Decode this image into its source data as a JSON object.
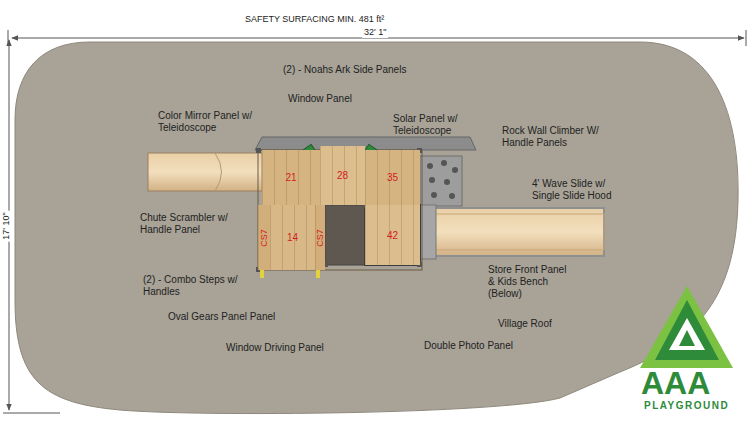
{
  "diagram": {
    "nodes": [
      {
        "text": [
          "21"
        ]
      },
      {
        "text": [
          "28"
        ]
      },
      {
        "text": [
          "35"
        ]
      },
      {
        "text": [
          "CS7"
        ]
      },
      {
        "text": [
          "14"
        ]
      },
      {
        "text": [
          "CS7"
        ]
      },
      {
        "text": [
          "42"
        ]
      }
    ],
    "labels": [
      "SAFETY SURFACING MIN. 481 ft²",
      "32' 1\"",
      "17' 10\"",
      "(2) - Noahs Ark Side Panels",
      "Window Panel",
      "Color Mirror Panel w/ Teleidoscope",
      "Solar Panel w/ Teleidoscope",
      "Rock Wall Climber W/ Handle Panels",
      "4' Wave Slide w/ Single Slide Hood",
      "Chute Scrambler w/ Handle Panel",
      "(2) - Combo Steps w/ Handles",
      "Store Front Panel & Kids Bench (Below)",
      "Oval Gears Panel Panel",
      "Village Roof",
      "Window Driving Panel",
      "Double Photo Panel",
      "AAA",
      "PLAYGROUND"
    ]
  }
}
